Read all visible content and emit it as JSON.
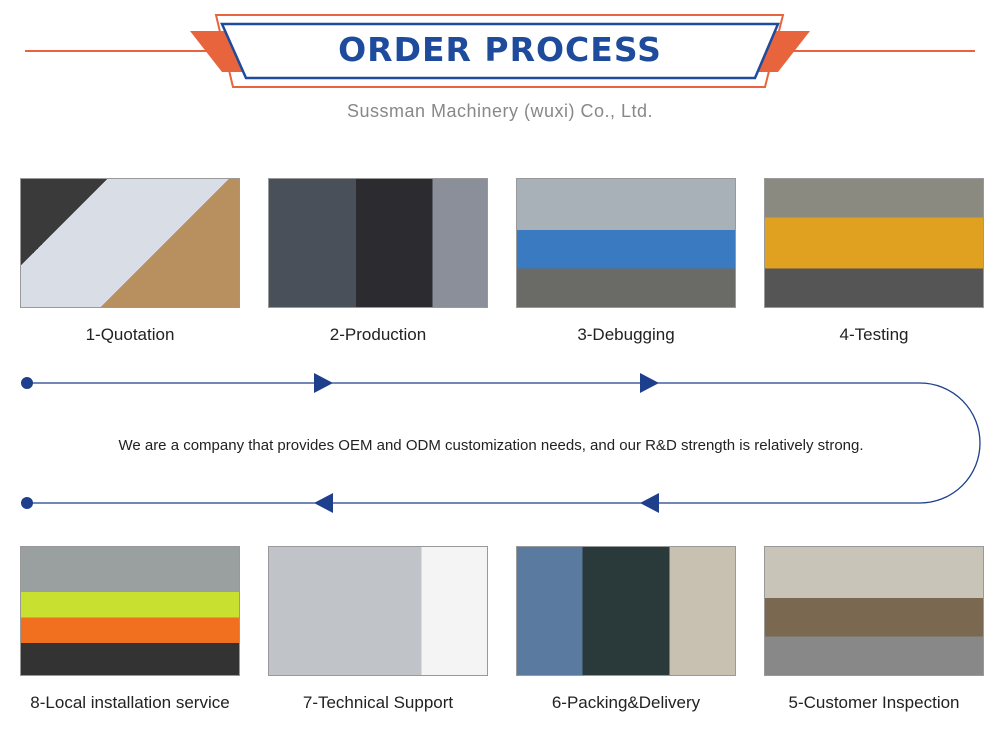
{
  "header": {
    "title": "ORDER PROCESS",
    "subtitle": "Sussman Machinery (wuxi) Co., Ltd."
  },
  "colors": {
    "accent_orange": "#e8643c",
    "brand_blue": "#1e4b9c",
    "flow_blue": "#1e3f8c"
  },
  "description": "We are a company that provides OEM and ODM customization needs, and our R&D strength is relatively strong.",
  "steps_top": [
    {
      "label": "1-Quotation",
      "photo": "office-computer-photo"
    },
    {
      "label": "2-Production",
      "photo": "machine-operator-photo"
    },
    {
      "label": "3-Debugging",
      "photo": "roll-forming-line-photo"
    },
    {
      "label": "4-Testing",
      "photo": "machine-testing-photo"
    }
  ],
  "steps_bottom": [
    {
      "label": "8-Local installation service",
      "photo": "team-photo"
    },
    {
      "label": "7-Technical Support",
      "photo": "production-line-photo"
    },
    {
      "label": "6-Packing&Delivery",
      "photo": "container-loading-photo"
    },
    {
      "label": "5-Customer Inspection",
      "photo": "inspection-photo"
    }
  ]
}
